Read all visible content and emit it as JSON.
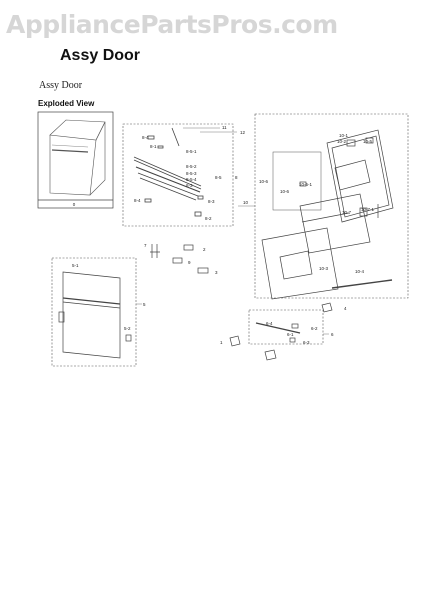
{
  "watermark": "AppliancePartsPros.com",
  "title": "Assy Door",
  "subtitle": "Assy Door",
  "section": "Exploded View",
  "overview_label": "0",
  "callouts": {
    "c11": "11",
    "c12": "12",
    "c8": "8",
    "c81": "8-1",
    "c82": "8-2",
    "c83": "8-3",
    "c84": "8-4",
    "c85": "8-5",
    "c851": "8-5-1",
    "c852": "8-5-2",
    "c853": "8-5-3",
    "c854": "8-5-4",
    "c10": "10",
    "c101": "10-1",
    "c102": "10-2",
    "c103": "10-3",
    "c104": "10-4",
    "c105": "10-5",
    "c106": "10-6",
    "c1061": "10-6-1",
    "c107": "10-7",
    "c1071": "10-7-1",
    "c7": "7",
    "c2": "2",
    "c9": "9",
    "c3": "3",
    "c5": "5",
    "c51": "5-1",
    "c52": "5-2",
    "c4": "4",
    "c1": "1",
    "c6": "6",
    "c61": "6-1",
    "c62": "6-2",
    "c63": "6-3",
    "c64": "6-4"
  }
}
